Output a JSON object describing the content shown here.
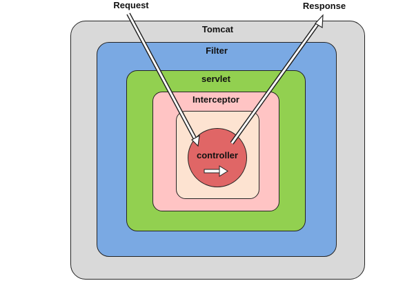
{
  "diagram": {
    "request_label": "Request",
    "response_label": "Response",
    "layers": {
      "tomcat": "Tomcat",
      "filter": "Filter",
      "servlet": "servlet",
      "interceptor": "Interceptor",
      "controller": "controller"
    },
    "colors": {
      "tomcat": "#d9d9d9",
      "filter": "#7aa9e3",
      "servlet": "#92d050",
      "interceptor": "#ffc4c4",
      "core": "#fde3d1",
      "controller": "#e06666"
    }
  }
}
